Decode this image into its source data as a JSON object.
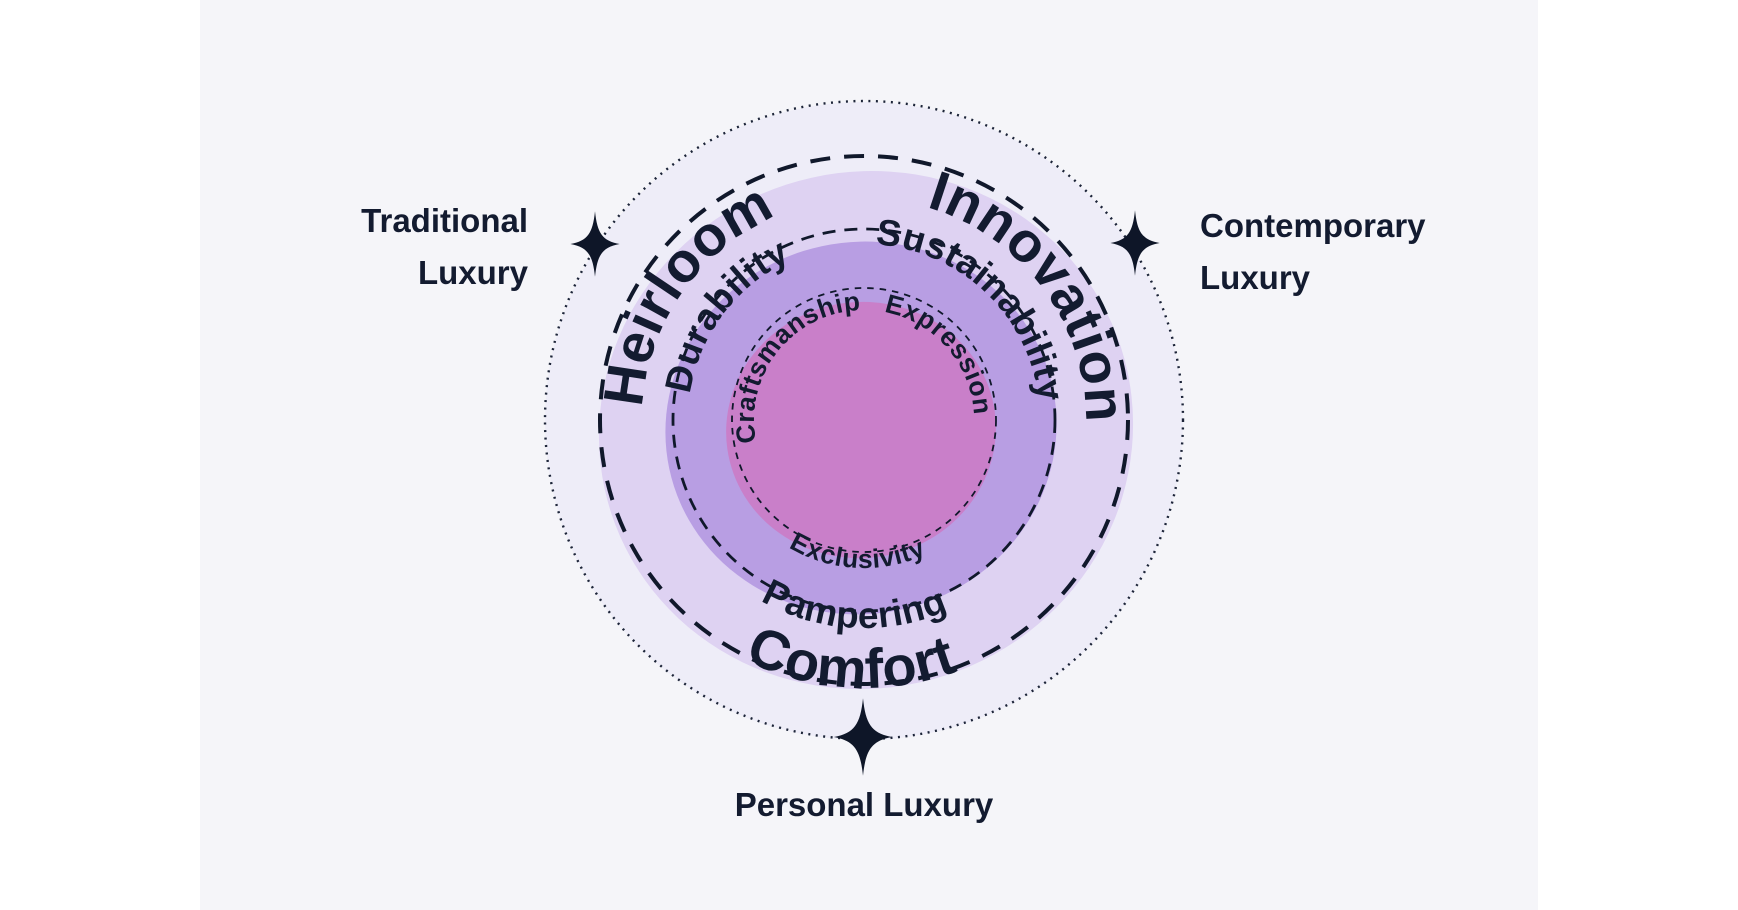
{
  "colors": {
    "page_background": "#ffffff",
    "canvas_background": "#f5f5f9",
    "pale_outer_ring": "#eeedf8",
    "lavender_ring": "#ded2f2",
    "purple_ring": "#b89ee3",
    "pink_core": "#c97fc9",
    "ink": "#131b30"
  },
  "icons": {
    "sparkle_left": "four-point-star",
    "sparkle_right": "four-point-star",
    "sparkle_bottom": "four-point-star"
  },
  "outer_labels": {
    "traditional": {
      "line1": "Traditional",
      "line2": "Luxury"
    },
    "contemporary": {
      "line1": "Contemporary",
      "line2": "Luxury"
    },
    "personal": {
      "line1": "Personal Luxury"
    }
  },
  "rings": {
    "ring1": {
      "left": "Heirloom",
      "right": "Innovation",
      "bottom": "Comfort"
    },
    "ring2": {
      "left": "Durability",
      "right": "Sustainability",
      "bottom": "Pampering"
    },
    "ring3": {
      "left": "Craftsmanship",
      "right": "Expression",
      "bottom": "Exclusivity"
    }
  }
}
